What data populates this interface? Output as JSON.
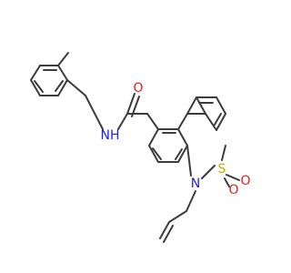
{
  "colors": {
    "bond": "#3c3c3c",
    "carbon": "#3c3c3c",
    "nitrogen": "#1f1fe6",
    "oxygen": "#e61f1f",
    "sulfur": "#c8a800"
  },
  "atoms": {
    "amide_oxygen": "O",
    "amide_nitrogen": "NH",
    "ring_nitrogen": "N",
    "sulfur": "S",
    "sulfonyl_oxygen_1": "O",
    "sulfonyl_oxygen_2": "O"
  }
}
